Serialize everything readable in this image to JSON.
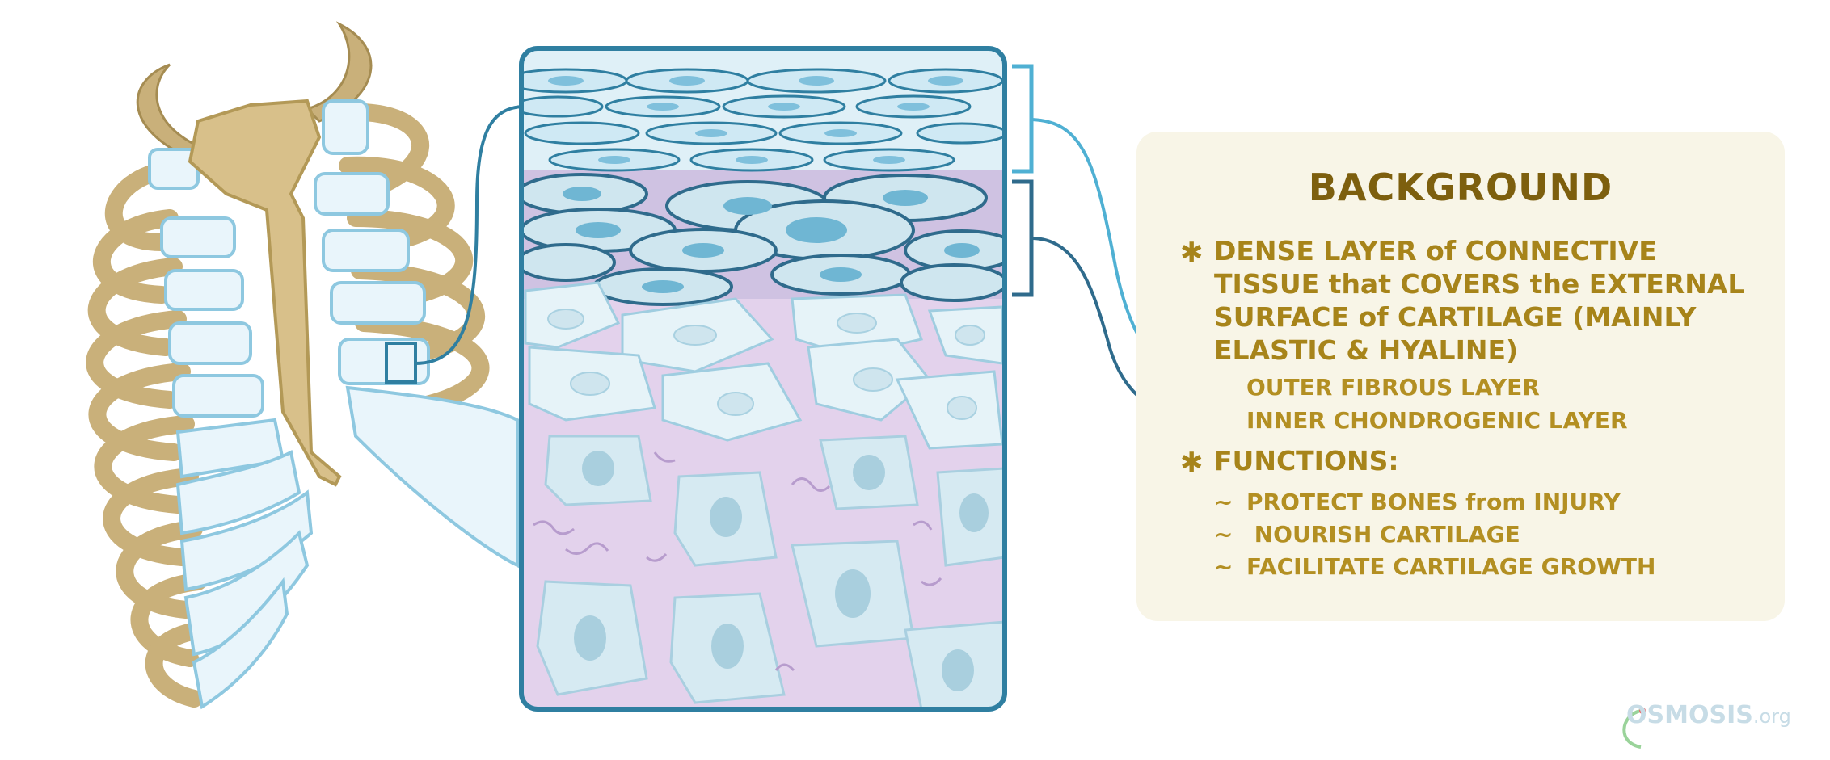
{
  "panel": {
    "title": "BACKGROUND",
    "definition_lines": [
      "DENSE LAYER of CONNECTIVE",
      "TISSUE that COVERS the EXTERNAL",
      "SURFACE of CARTILAGE (MAINLY",
      "ELASTIC & HYALINE)"
    ],
    "layers": [
      {
        "label": "OUTER FIBROUS LAYER",
        "color": "#4fb0d3"
      },
      {
        "label": "INNER CHONDROGENIC LAYER",
        "color": "#2f6b8c"
      }
    ],
    "functions_heading": "FUNCTIONS:",
    "functions": [
      "PROTECT BONES from INJURY",
      " NOURISH CARTILAGE",
      "FACILITATE CARTILAGE GROWTH"
    ]
  },
  "logo": {
    "main": "OSMOSIS",
    "suffix": ".org"
  },
  "colors": {
    "bone": "#c9b07a",
    "cartilage": "#e9f5fb",
    "outline_blue": "#2f7fa1",
    "matrix_purple": "#dcc8e8",
    "panel_bg": "#f8f5e7",
    "title_brown": "#7d5f0e",
    "text_gold": "#a7841a"
  }
}
